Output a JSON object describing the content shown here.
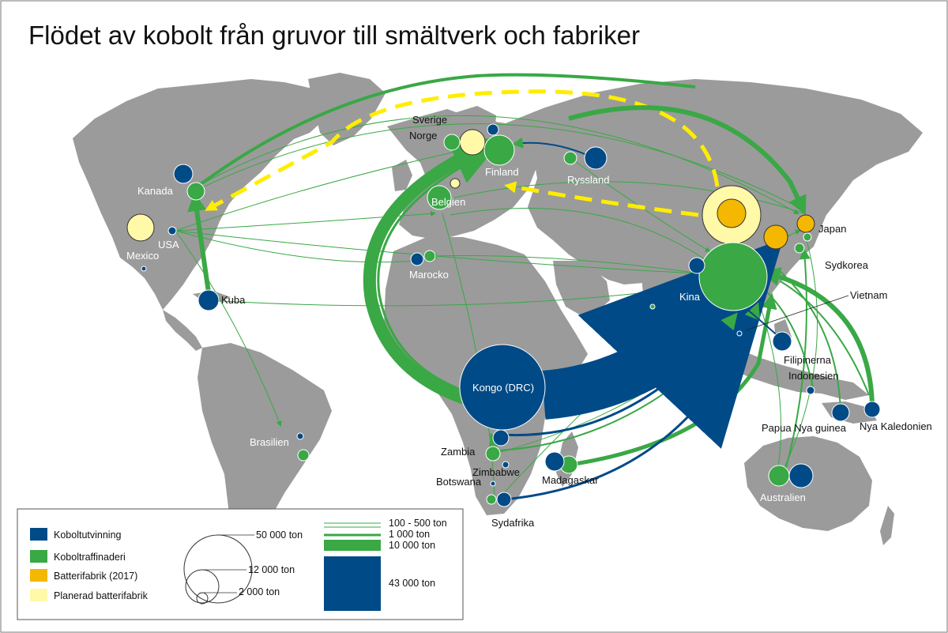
{
  "title": "Flödet av kobolt från gruvor till smältverk och fabriker",
  "colors": {
    "mining": "#004a87",
    "refinery": "#39a845",
    "battery": "#f4b800",
    "planned": "#fff9a8",
    "land": "#9b9b9b",
    "flow_planned": "#ffed00"
  },
  "places": {
    "sverige": "Sverige",
    "norge": "Norge",
    "finland": "Finland",
    "ryssland": "Ryssland",
    "belgien": "Belgien",
    "kanada": "Kanada",
    "usa": "USA",
    "mexico": "Mexico",
    "kuba": "Kuba",
    "marocko": "Marocko",
    "brasilien": "Brasilien",
    "kongo": "Kongo (DRC)",
    "zambia": "Zambia",
    "zimbabwe": "Zimbabwe",
    "botswana": "Botswana",
    "sydafrika": "Sydafrika",
    "madagaskar": "Madagaskar",
    "kina": "Kina",
    "japan": "Japan",
    "sydkorea": "Sydkorea",
    "vietnam": "Vietnam",
    "filipinerna": "Filipinerna",
    "indonesien": "Indonesien",
    "papua": "Papua Nya guinea",
    "nya_kaledonien": "Nya Kaledonien",
    "australien": "Australien"
  },
  "legend": {
    "categories": [
      {
        "label": "Koboltutvinning",
        "color": "#004a87"
      },
      {
        "label": "Koboltraffinaderi",
        "color": "#39a845"
      },
      {
        "label": "Batterifabrik (2017)",
        "color": "#f4b800"
      },
      {
        "label": "Planerad batterifabrik",
        "color": "#fff9a8"
      }
    ],
    "circle_sizes": [
      "50 000 ton",
      "12 000 ton",
      "2 000 ton"
    ],
    "flow_sizes": [
      "100 - 500 ton",
      "1 000 ton",
      "10 000 ton",
      "43 000 ton"
    ]
  }
}
